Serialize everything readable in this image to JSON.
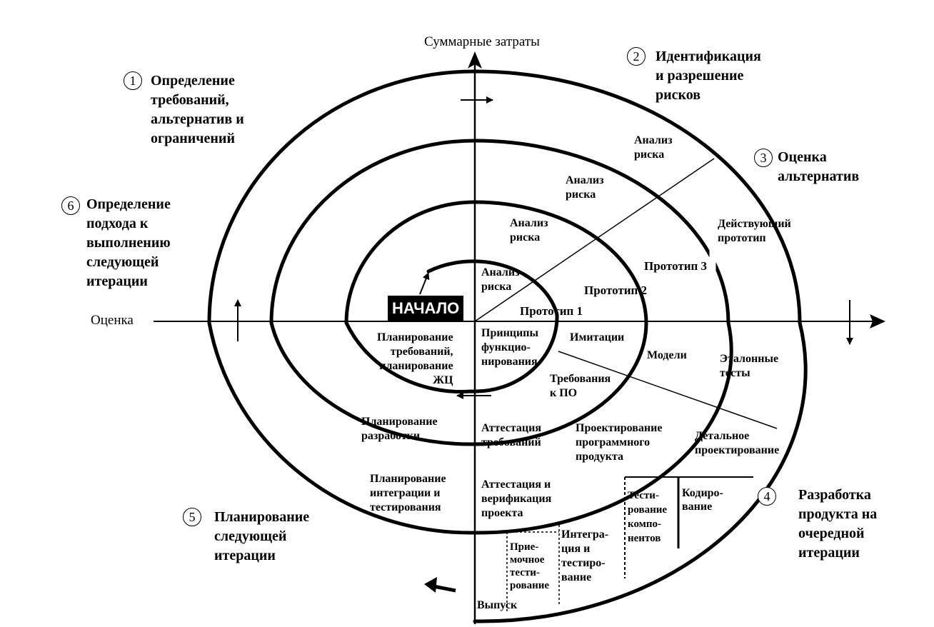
{
  "axes": {
    "vertical_label": "Суммарные затраты",
    "horizontal_label": "Оценка"
  },
  "start_label": "НАЧАЛО",
  "quadrants": [
    {
      "num": "1",
      "text": "Определение\nтребований,\nальтернатив и\nограничений"
    },
    {
      "num": "2",
      "text": "Идентификация\nи разрешение\nрисков"
    },
    {
      "num": "3",
      "text": "Оценка\nальтернатив"
    },
    {
      "num": "4",
      "text": "Разработка\nпродукта на\nочередной\nитерации"
    },
    {
      "num": "5",
      "text": "Планирование\nследующей\nитерации"
    },
    {
      "num": "6",
      "text": "Определение\nподхода к\nвыполнению\nследующей\nитерации"
    }
  ],
  "risk_analysis": [
    "Анализ\nриска",
    "Анализ\nриска",
    "Анализ\nриска",
    "Анализ\nриска"
  ],
  "prototypes": [
    "Прототип 1",
    "Прототип 2",
    "Прототип 3",
    "Действующий\nпрототип"
  ],
  "evaluation": [
    "Имитации",
    "Модели",
    "Эталонные\nтесты"
  ],
  "development": [
    "Принципы\nфункцио-\nнирования",
    "Требования\nк ПО",
    "Проектирование\nпрограммного\nпродукта",
    "Детальное\nпроектирование"
  ],
  "planning": [
    "Планирование\nтребований,\nпланирование\nЖЦ",
    "Планирование\nразработки",
    "Планирование\nинтеграции и\nтестирования"
  ],
  "validation": [
    "Аттестация\nтребований",
    "Аттестация и\nверификация\nпроекта"
  ],
  "bottom_steps": [
    "Кодиро-\nвание",
    "Тести-\nрование\nкомпо-\nнентов",
    "Интегра-\nция и\nтестиро-\nвание",
    "Прие-\nмочное\nтести-\nрование",
    "Выпуск"
  ]
}
